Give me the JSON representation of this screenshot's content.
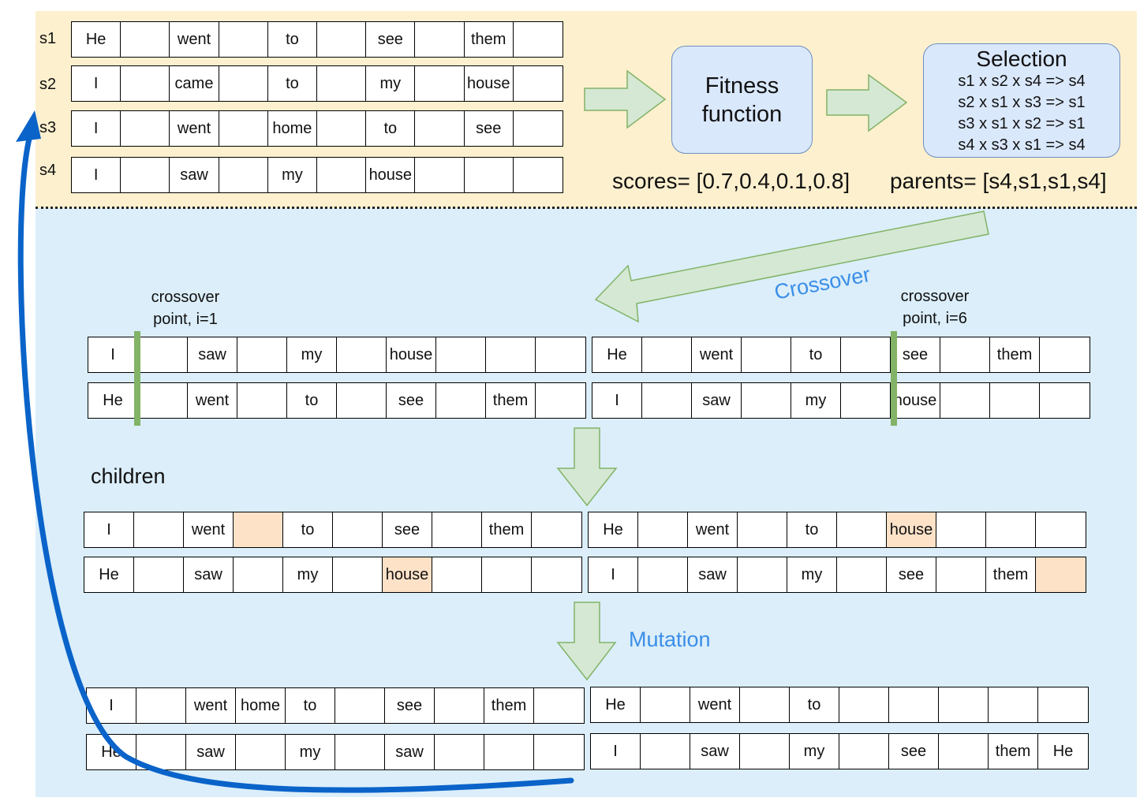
{
  "population": {
    "rows": [
      {
        "label": "s1",
        "cells": [
          "He",
          "",
          "went",
          "",
          "to",
          "",
          "see",
          "",
          "them",
          ""
        ]
      },
      {
        "label": "s2",
        "cells": [
          "I",
          "",
          "came",
          "",
          "to",
          "",
          "my",
          "",
          "house",
          ""
        ]
      },
      {
        "label": "s3",
        "cells": [
          "I",
          "",
          "went",
          "",
          "home",
          "",
          "to",
          "",
          "see",
          ""
        ]
      },
      {
        "label": "s4",
        "cells": [
          "I",
          "",
          "saw",
          "",
          "my",
          "",
          "house",
          "",
          "",
          ""
        ]
      }
    ]
  },
  "fitness": {
    "title": "Fitness\nfunction",
    "scores": "scores= [0.7,0.4,0.1,0.8]"
  },
  "selection": {
    "title": "Selection",
    "lines": [
      "s1 x s2 x s4 => s4",
      "s2 x s1 x s3 => s1",
      "s3 x s1 x s2 => s1",
      "s4 x s3 x s1 => s4"
    ],
    "parents": "parents= [s4,s1,s1,s4]"
  },
  "crossover": {
    "label": "Crossover",
    "point_left": "crossover\npoint, i=1",
    "point_right": "crossover\npoint, i=6",
    "left_rows": [
      {
        "cells": [
          "I",
          "",
          "saw",
          "",
          "my",
          "",
          "house",
          "",
          "",
          ""
        ]
      },
      {
        "cells": [
          "He",
          "",
          "went",
          "",
          "to",
          "",
          "see",
          "",
          "them",
          ""
        ]
      }
    ],
    "right_rows": [
      {
        "cells": [
          "He",
          "",
          "went",
          "",
          "to",
          "",
          "see",
          "",
          "them",
          ""
        ]
      },
      {
        "cells": [
          "I",
          "",
          "saw",
          "",
          "my",
          "",
          "house",
          "",
          "",
          ""
        ]
      }
    ]
  },
  "children": {
    "label": "children",
    "left_rows": [
      {
        "cells": [
          "I",
          "",
          "went",
          "",
          "to",
          "",
          "see",
          "",
          "them",
          ""
        ],
        "highlight": [
          3
        ]
      },
      {
        "cells": [
          "He",
          "",
          "saw",
          "",
          "my",
          "",
          "house",
          "",
          "",
          ""
        ],
        "highlight": [
          6
        ]
      }
    ],
    "right_rows": [
      {
        "cells": [
          "He",
          "",
          "went",
          "",
          "to",
          "",
          "house",
          "",
          "",
          ""
        ],
        "highlight": [
          6
        ]
      },
      {
        "cells": [
          "I",
          "",
          "saw",
          "",
          "my",
          "",
          "see",
          "",
          "them",
          ""
        ],
        "highlight": [
          9
        ]
      }
    ]
  },
  "mutation": {
    "label": "Mutation",
    "left_rows": [
      {
        "cells": [
          "I",
          "",
          "went",
          "home",
          "to",
          "",
          "see",
          "",
          "them",
          ""
        ]
      },
      {
        "cells": [
          "He",
          "",
          "saw",
          "",
          "my",
          "",
          "saw",
          "",
          "",
          ""
        ]
      }
    ],
    "right_rows": [
      {
        "cells": [
          "He",
          "",
          "went",
          "",
          "to",
          "",
          "",
          "",
          "",
          ""
        ]
      },
      {
        "cells": [
          "I",
          "",
          "saw",
          "",
          "my",
          "",
          "see",
          "",
          "them",
          "He"
        ]
      }
    ]
  },
  "colors": {
    "section_top": "#fdf0ce",
    "section_bottom": "#dbeefa",
    "box_fill": "#dae8fc",
    "box_border": "#6c8ebf",
    "arrow_fill": "#d5e8d4",
    "arrow_stroke": "#82b366",
    "loop_arrow": "#0a63c9",
    "label_blue": "#3b8ee8",
    "highlight_cell": "#fde2c8"
  }
}
